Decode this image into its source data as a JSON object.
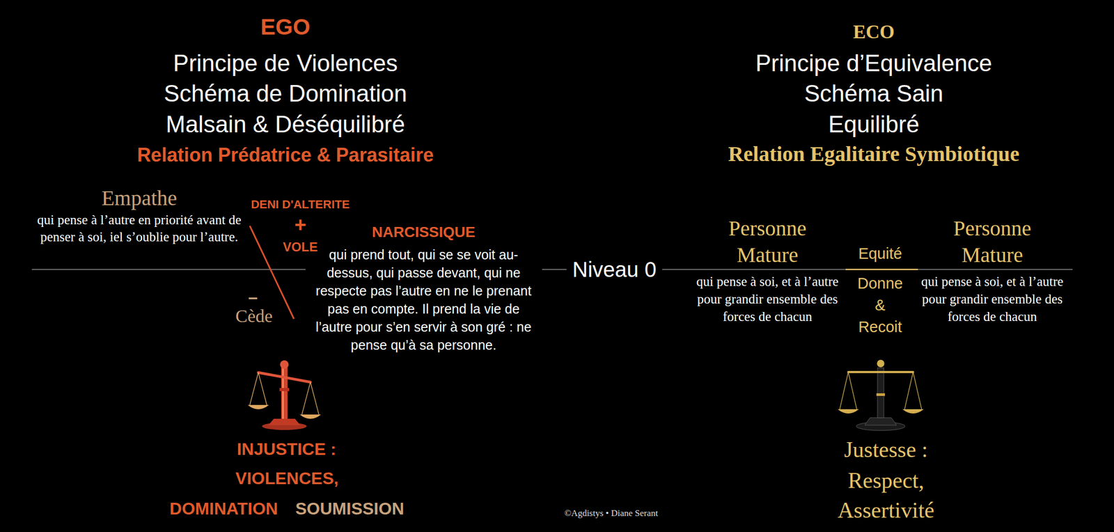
{
  "diagram": {
    "labels": [
      "EGO",
      "Principe de Violences",
      "Schéma de Domination",
      "Malsain & Déséquilibré",
      "Relation Prédatrice & Parasitaire",
      "Empathe",
      "qui pense à l’autre en priorité avant de penser à soi, iel s’oublie pour l’autre.",
      "DENI D'ALTERITE",
      "+",
      "VOLE",
      "–",
      "Cède",
      "NARCISSIQUE",
      "qui prend tout, qui se se voit au-dessus, qui passe devant, qui ne respecte pas l’autre en ne le prenant pas en compte. Il prend la vie de l’autre pour s’en servir à son gré : ne pense qu’à sa personne.",
      "Niveau 0",
      "INJUSTICE :",
      "VIOLENCES,",
      "DOMINATION",
      "SOUMISSION",
      "©Agdistys • Diane Serant",
      "ECO",
      "Principe d’Equivalence",
      "Schéma Sain",
      "Equilibré",
      "Relation Egalitaire Symbiotique",
      "Personne Mature",
      "qui pense à soi, et à l’autre pour grandir ensemble des forces de chacun",
      "Equité",
      "Donne & Recoit",
      "Personne Mature",
      "qui pense à soi, et à l’autre pour grandir ensemble des forces de chacun",
      "Justesse :",
      "Respect,",
      "Assertivité"
    ]
  }
}
